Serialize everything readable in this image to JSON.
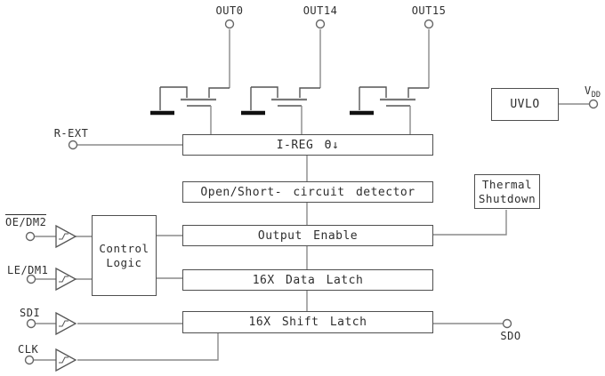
{
  "figure_type": "ic-functional-block-diagram",
  "colors": {
    "background": "#ffffff",
    "wire": "#8a8a8a",
    "outline": "#4f4f4f",
    "text": "#2e2e2e",
    "gate_bar": "#111111"
  },
  "pins": {
    "out0": "OUT0",
    "out14": "OUT14",
    "out15": "OUT15",
    "vdd_base": "V",
    "vdd_sub": "DD",
    "rext": "R-EXT",
    "oe_dm2": "OE/DM2",
    "le_dm1": "LE/DM1",
    "sdi": "SDI",
    "clk": "CLK",
    "sdo": "SDO"
  },
  "blocks": {
    "uvlo": "UVLO",
    "i_reg": "I-REG Θ↓",
    "open_short_detector": "Open/Short- circuit detector",
    "thermal_line1": "Thermal",
    "thermal_line2": "Shutdown",
    "output_enable": "Output Enable",
    "data_latch": "16X Data Latch",
    "shift_latch": "16X Shift Latch",
    "control_line1": "Control",
    "control_line2": "Logic"
  }
}
